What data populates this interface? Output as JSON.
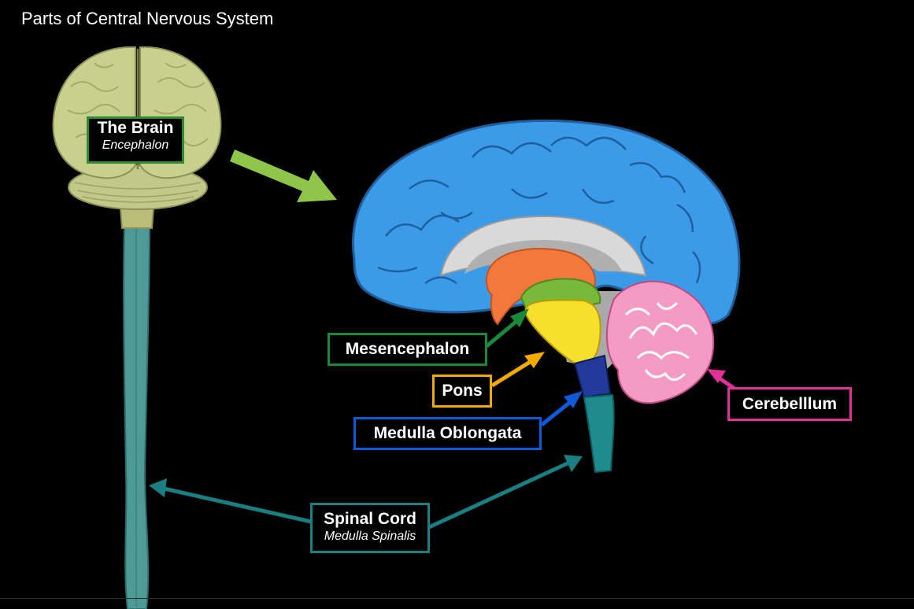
{
  "title": "Parts of Central Nervous System",
  "labels": {
    "brain": {
      "main": "The Brain",
      "sub": "Encephalon",
      "color": "#2e8b2e"
    },
    "mesencephalon": {
      "main": "Mesencephalon",
      "color": "#1a8a3a"
    },
    "pons": {
      "main": "Pons",
      "color": "#f2a900"
    },
    "medulla": {
      "main": "Medulla Oblongata",
      "color": "#0f5ad8"
    },
    "cerebellum": {
      "main": "Cerebelllum",
      "color": "#e0309a"
    },
    "spinal_cord": {
      "main": "Spinal Cord",
      "sub": "Medulla Spinalis",
      "color": "#1a7f82"
    }
  },
  "colors": {
    "cerebrum": "#3b9be8",
    "brain_front": "#c8d08e",
    "spinal": "#4e9a98",
    "diencephalon": "#f3783d",
    "midbrain": "#78b83a",
    "pons": "#f7df2e",
    "medulla": "#233a9a",
    "cerebellum": "#f59ac3",
    "arrow_green": "#8fc548"
  }
}
